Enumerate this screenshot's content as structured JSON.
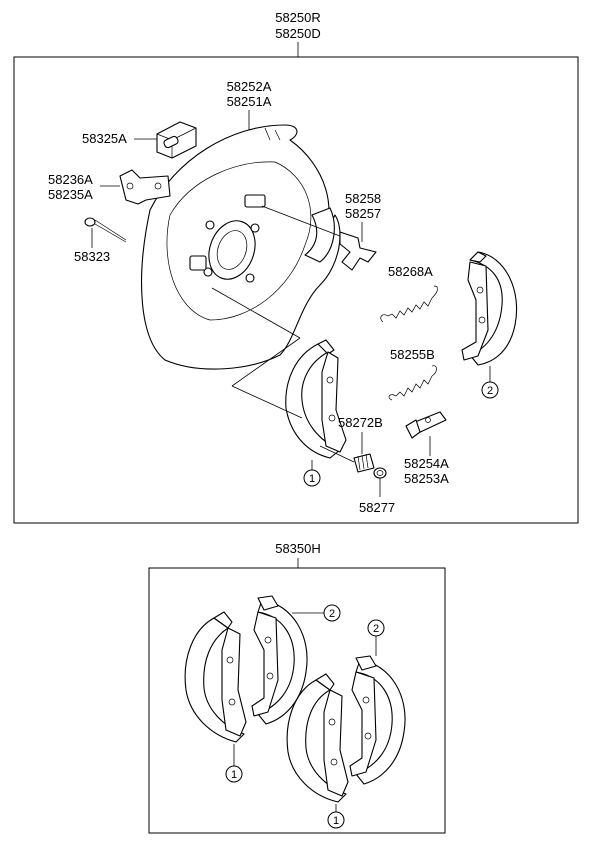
{
  "header": {
    "assembly_r": "58250R",
    "assembly_d": "58250D"
  },
  "parts": {
    "p58252A": "58252A",
    "p58251A": "58251A",
    "p58325A": "58325A",
    "p58236A": "58236A",
    "p58235A": "58235A",
    "p58323": "58323",
    "p58258": "58258",
    "p58257": "58257",
    "p58268A": "58268A",
    "p58255B": "58255B",
    "p58272B": "58272B",
    "p58254A": "58254A",
    "p58253A": "58253A",
    "p58277": "58277"
  },
  "kit": {
    "label": "58350H"
  },
  "callouts": {
    "one": "1",
    "two": "2"
  }
}
